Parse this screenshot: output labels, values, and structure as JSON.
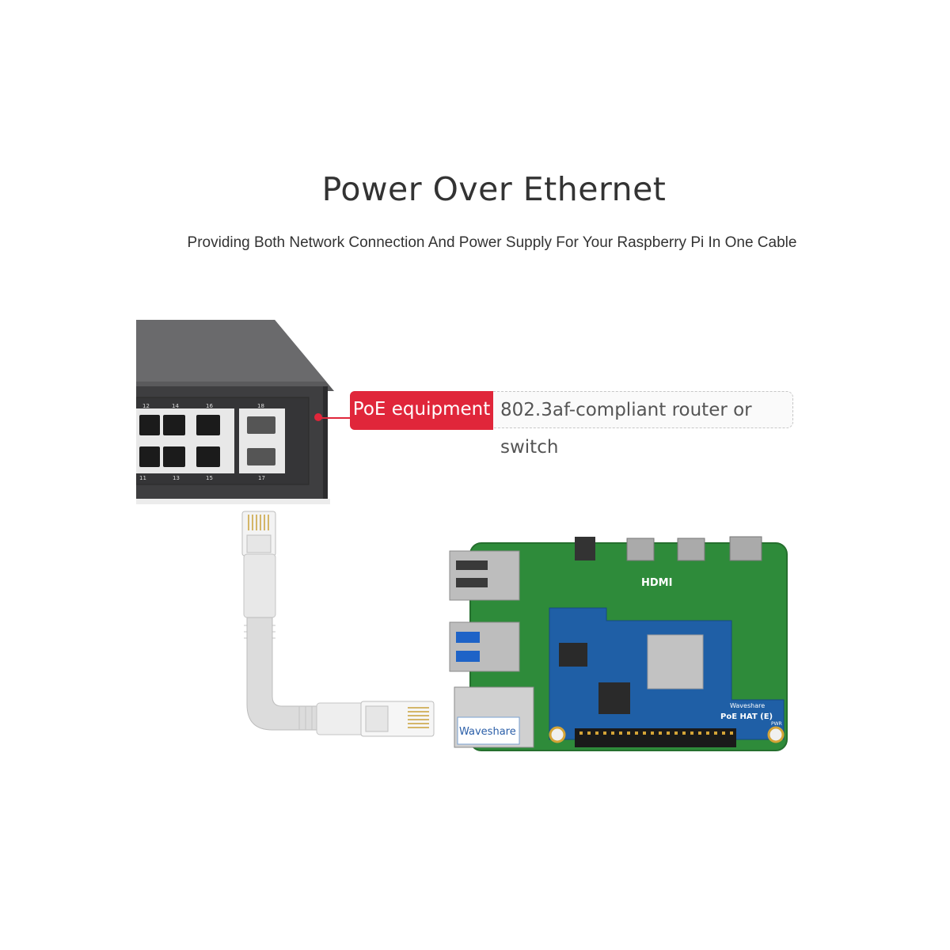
{
  "header": {
    "title": "Power Over Ethernet",
    "subtitle": "Providing Both Network Connection And Power Supply For Your Raspberry Pi In One Cable"
  },
  "callout": {
    "tag": "PoE equipment",
    "description": "802.3af-compliant router or switch",
    "accent_color": "#e0263a"
  },
  "switch": {
    "port_numbers_top": [
      "12",
      "14",
      "16",
      "18"
    ],
    "port_numbers_bottom": [
      "11",
      "13",
      "15",
      "17"
    ]
  },
  "board": {
    "label": "PoE HAT (E)",
    "brand": "Waveshare",
    "port_label": "Waveshare",
    "hdmi_text": "HDMI",
    "pwr_text": "PWR"
  },
  "colors": {
    "switch_body": "#4a4a4c",
    "pcb_green": "#2e8b3a",
    "hat_blue": "#1f5fa6",
    "cable": "#d9d9d9"
  }
}
